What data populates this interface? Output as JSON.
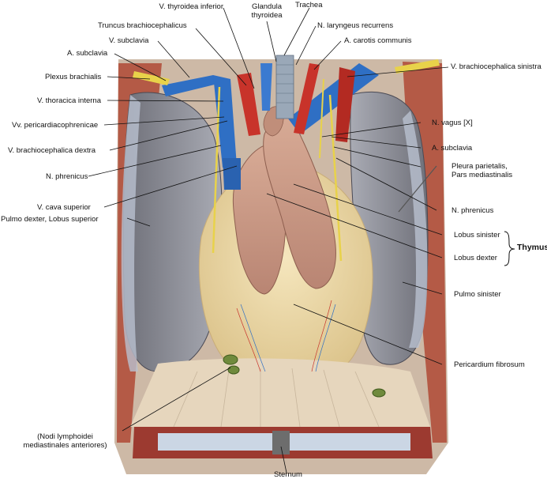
{
  "labels": {
    "v_thyroidea_inferior": "V. thyroidea inferior",
    "glandula_thyroidea_1": "Glandula",
    "glandula_thyroidea_2": "thyroidea",
    "trachea": "Trachea",
    "truncus_brachiocephalicus": "Truncus brachiocephalicus",
    "n_laryngeus_recurrens": "N. laryngeus recurrens",
    "v_subclavia": "V. subclavia",
    "a_carotis_communis": "A. carotis communis",
    "a_subclavia_left": "A. subclavia",
    "v_brachiocephalica_sinistra": "V. brachiocephalica sinistra",
    "plexus_brachialis": "Plexus brachialis",
    "v_thoracica_interna": "V. thoracica interna",
    "vv_pericardiacophrenicae": "Vv. pericardiacophrenicae",
    "n_vagus": "N. vagus [X]",
    "v_brachiocephalica_dextra": "V. brachiocephalica dextra",
    "a_subclavia_right": "A. subclavia",
    "n_phrenicus_left": "N. phrenicus",
    "pleura_parietalis_1": "Pleura parietalis,",
    "pleura_parietalis_2": "Pars mediastinalis",
    "v_cava_superior": "V. cava superior",
    "n_phrenicus_right": "N. phrenicus",
    "pulmo_dexter": "Pulmo dexter, Lobus superior",
    "lobus_sinister": "Lobus sinister",
    "thymus": "Thymus",
    "lobus_dexter": "Lobus dexter",
    "pulmo_sinister": "Pulmo sinister",
    "pericardium_fibrosum": "Pericardium fibrosum",
    "nodi_1": "(Nodi lymphoidei",
    "nodi_2": "mediastinales anteriores)",
    "sternum": "Sternum"
  },
  "colors": {
    "vein": "#2f6fc4",
    "artery": "#c8332a",
    "nerve": "#e8d24a",
    "thymus": "#c89a88",
    "pericardium": "#efdcae",
    "lung": "#8c8c96",
    "pleura": "#a9b3c4"
  }
}
